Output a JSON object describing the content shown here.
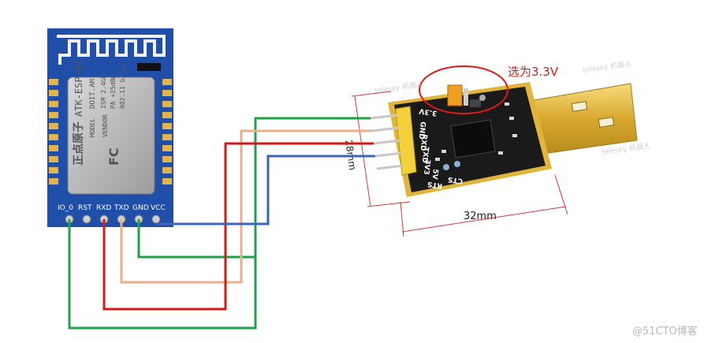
{
  "esp_module": {
    "chip_texts": [
      "ATK-ESP-01",
      "DOIT.AM",
      "ISM 2.4GHz",
      "PA +25dBm",
      "802.11 b/g/n"
    ],
    "model_label": "MODEL",
    "vendor_label": "VENDOR",
    "brand": "正点原子",
    "fc_mark": "FC",
    "pins": [
      "IO_0",
      "RST",
      "RXD",
      "TXD",
      "GND",
      "VCC"
    ]
  },
  "usb_board": {
    "pin_labels": [
      "3.3V",
      "GND",
      "RXD",
      "TXD",
      "3V3",
      "5V"
    ],
    "bottom_labels": [
      "CTS",
      "RTS"
    ],
    "dim_width": "32mm",
    "dim_height": "28mm"
  },
  "annotation": {
    "voltage_note": "选为3.3V"
  },
  "watermark": {
    "credit": "@51CTO博客",
    "faint_logo": "telesky 机器人"
  },
  "colors": {
    "wire_green": "#1fa04a",
    "wire_orange": "#e8b088",
    "wire_red": "#d81818",
    "wire_blue": "#3a66b8",
    "annotation_red": "#e01818",
    "board_black": "#1a1a1a",
    "pcb_blue": "#1f4fa8",
    "gold": "#e2b43a"
  }
}
